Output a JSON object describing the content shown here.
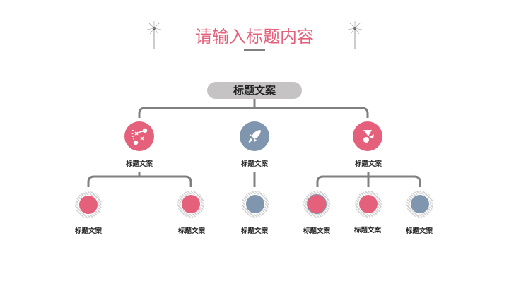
{
  "title": "请输入标题内容",
  "root": {
    "label": "标题文案"
  },
  "colors": {
    "pink": "#e5607a",
    "blue": "#7f96ae",
    "line": "#808080",
    "pill": "#c5c3c4"
  },
  "level1": [
    {
      "label": "标题文案",
      "icon": "strategy-icon",
      "color": "#e5607a"
    },
    {
      "label": "标题文案",
      "icon": "rocket-icon",
      "color": "#7f96ae"
    },
    {
      "label": "标题文案",
      "icon": "pie-burst-icon",
      "color": "#e5607a"
    }
  ],
  "level2": [
    {
      "label": "标题文案",
      "color": "#e5607a"
    },
    {
      "label": "标题文案",
      "color": "#e5607a"
    },
    {
      "label": "标题文案",
      "color": "#7f96ae"
    },
    {
      "label": "标题文案",
      "color": "#e5607a"
    },
    {
      "label": "标题文案",
      "color": "#e5607a"
    },
    {
      "label": "标题文案",
      "color": "#7f96ae"
    }
  ]
}
